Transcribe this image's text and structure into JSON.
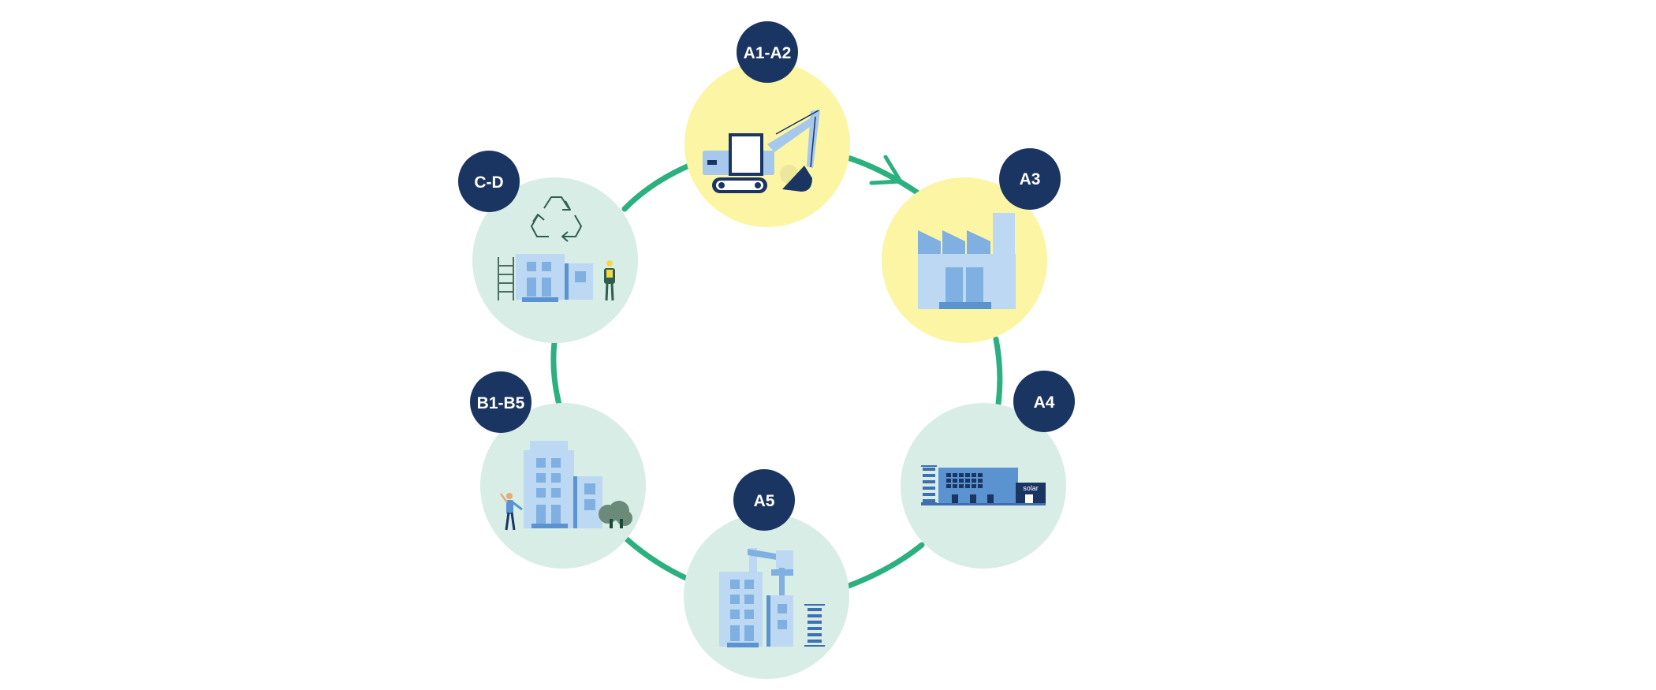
{
  "colors": {
    "cycle_line": "#2bb07f",
    "badge": "#1b3562",
    "stage_yellow": "#fbf5a4",
    "stage_mint": "#d8ede6",
    "building_light": "#bcd8f2",
    "building_mid": "#7fb0e1",
    "building_dark": "#5b93d1"
  },
  "stages": [
    {
      "id": "a1-a2",
      "label": "A1-A2",
      "icon": "excavator-icon",
      "fill": "yellow"
    },
    {
      "id": "a3",
      "label": "A3",
      "icon": "factory-icon",
      "fill": "yellow"
    },
    {
      "id": "a4",
      "label": "A4",
      "icon": "transport-truck-icon",
      "fill": "mint"
    },
    {
      "id": "a5",
      "label": "A5",
      "icon": "construction-crane-icon",
      "fill": "mint"
    },
    {
      "id": "b1-b5",
      "label": "B1-B5",
      "icon": "building-in-use-icon",
      "fill": "mint"
    },
    {
      "id": "c-d",
      "label": "C-D",
      "icon": "recycle-demolition-icon",
      "fill": "mint"
    }
  ],
  "truck_sign": "solar"
}
